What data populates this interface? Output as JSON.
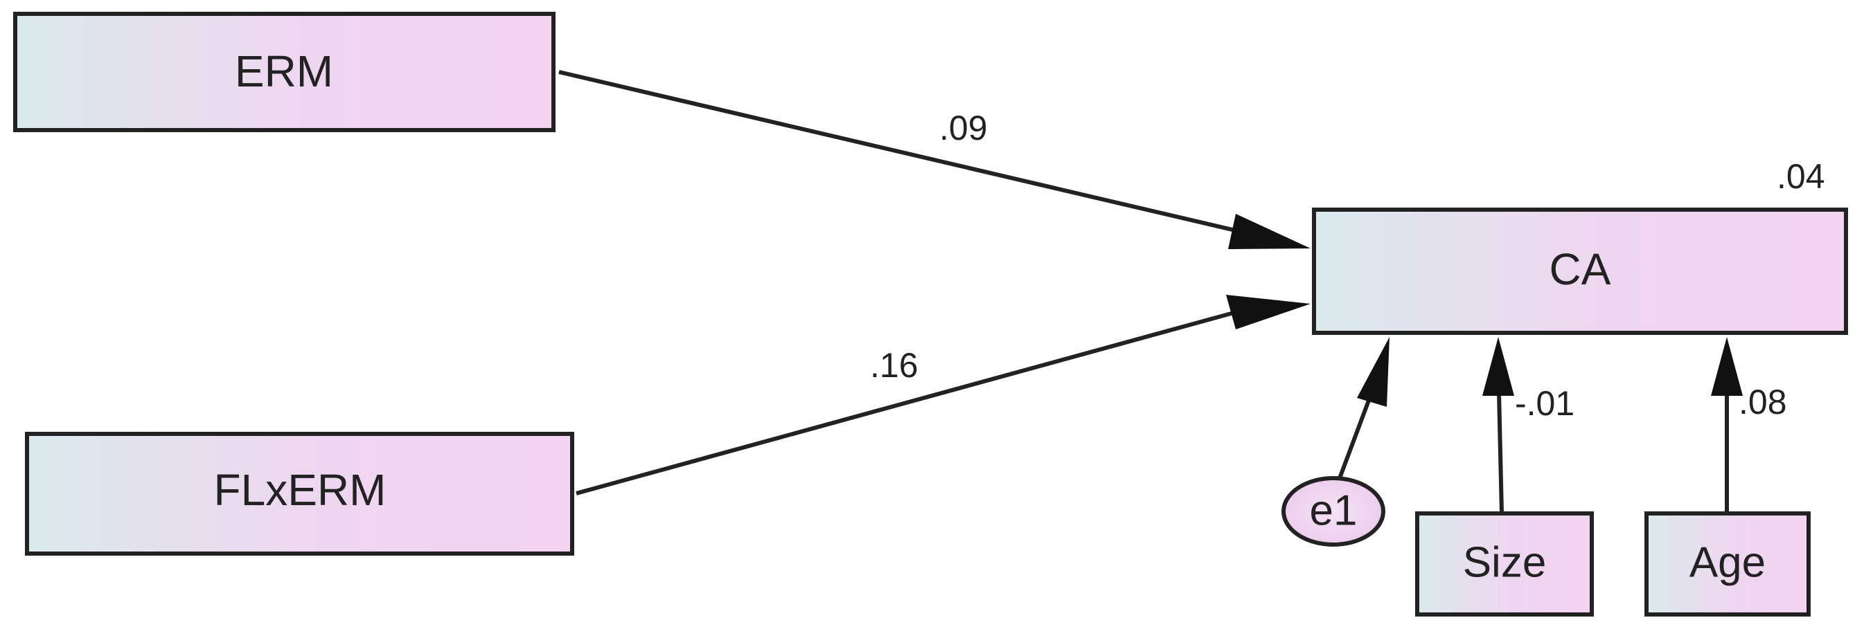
{
  "nodes": {
    "erm": {
      "label": "ERM"
    },
    "flxerm": {
      "label": "FLxERM"
    },
    "ca": {
      "label": "CA",
      "r_squared": ".04"
    },
    "e1": {
      "label": "e1"
    },
    "size": {
      "label": "Size"
    },
    "age": {
      "label": "Age"
    }
  },
  "paths": {
    "erm_ca": ".09",
    "flxerm_ca": ".16",
    "size_ca": "-.01",
    "age_ca": ".08"
  },
  "colors": {
    "box_gradient_start": "#dbeaec",
    "box_gradient_end": "#f2d3f0",
    "stroke": "#222222",
    "background": "#ffffff"
  }
}
